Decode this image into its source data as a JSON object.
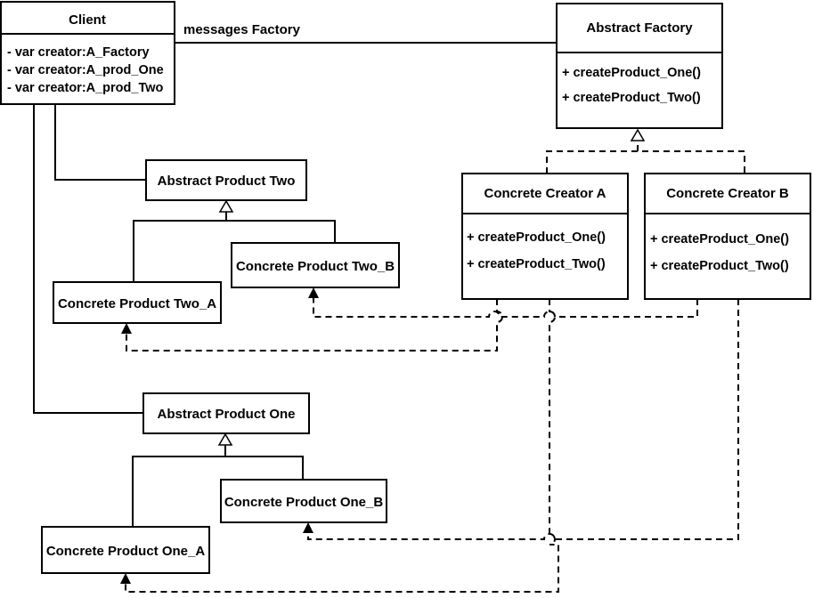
{
  "client": {
    "title": "Client",
    "attributes": [
      "- var creator:A_Factory",
      "- var creator:A_prod_One",
      "- var creator:A_prod_Two"
    ]
  },
  "association_label": "messages Factory",
  "abstract_factory": {
    "title": "Abstract Factory",
    "methods": [
      "+ createProduct_One()",
      "+ createProduct_Two()"
    ]
  },
  "concrete_creator_a": {
    "title": "Concrete Creator A",
    "methods": [
      "+ createProduct_One()",
      "+ createProduct_Two()"
    ]
  },
  "concrete_creator_b": {
    "title": "Concrete Creator B",
    "methods": [
      "+ createProduct_One()",
      "+ createProduct_Two()"
    ]
  },
  "abstract_product_two": {
    "title": "Abstract Product Two"
  },
  "concrete_product_two_a": {
    "title": "Concrete Product Two_A"
  },
  "concrete_product_two_b": {
    "title": "Concrete Product Two_B"
  },
  "abstract_product_one": {
    "title": "Abstract Product One"
  },
  "concrete_product_one_a": {
    "title": "Concrete Product One_A"
  },
  "concrete_product_one_b": {
    "title": "Concrete Product One_B"
  }
}
